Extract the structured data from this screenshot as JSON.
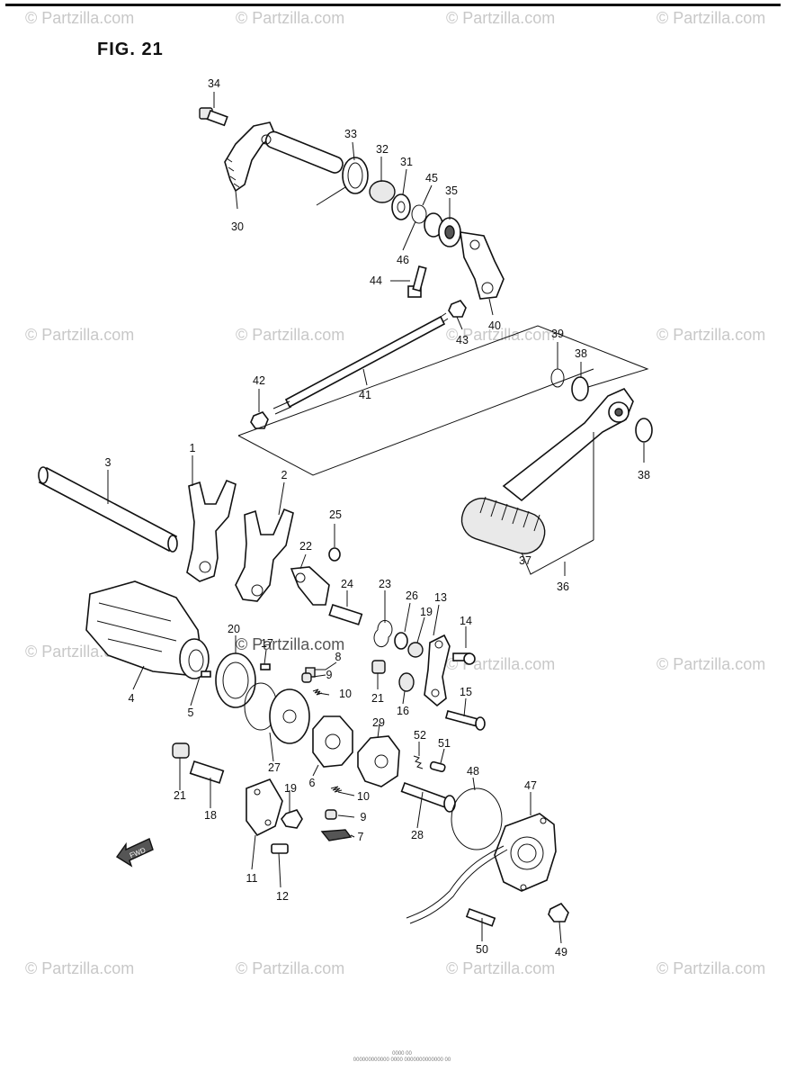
{
  "figure": {
    "title": "FIG. 21",
    "fwd_label": "FWD"
  },
  "watermark": "© Partzilla.com",
  "watermark_center": "© Partzilla.com",
  "footnote_lines": [
    "0000 00",
    "000000000000 0000 0000000000000 00"
  ],
  "callouts": {
    "c1": "1",
    "c2": "2",
    "c3": "3",
    "c4": "4",
    "c5": "5",
    "c6": "6",
    "c7": "7",
    "c8": "8",
    "c9a": "9",
    "c9b": "9",
    "c10a": "10",
    "c10b": "10",
    "c11": "11",
    "c12": "12",
    "c13": "13",
    "c14": "14",
    "c15": "15",
    "c16": "16",
    "c17": "17",
    "c18": "18",
    "c19a": "19",
    "c19b": "19",
    "c20": "20",
    "c21a": "21",
    "c21b": "21",
    "c22": "22",
    "c23": "23",
    "c24": "24",
    "c25": "25",
    "c26": "26",
    "c27": "27",
    "c28": "28",
    "c29": "29",
    "c30": "30",
    "c31": "31",
    "c32": "32",
    "c33": "33",
    "c34": "34",
    "c35": "35",
    "c36": "36",
    "c37": "37",
    "c38a": "38",
    "c38b": "38",
    "c39": "39",
    "c40": "40",
    "c41": "41",
    "c42": "42",
    "c43": "43",
    "c44": "44",
    "c45": "45",
    "c46": "46",
    "c47": "47",
    "c48": "48",
    "c49": "49",
    "c50": "50",
    "c51": "51",
    "c52": "52"
  }
}
